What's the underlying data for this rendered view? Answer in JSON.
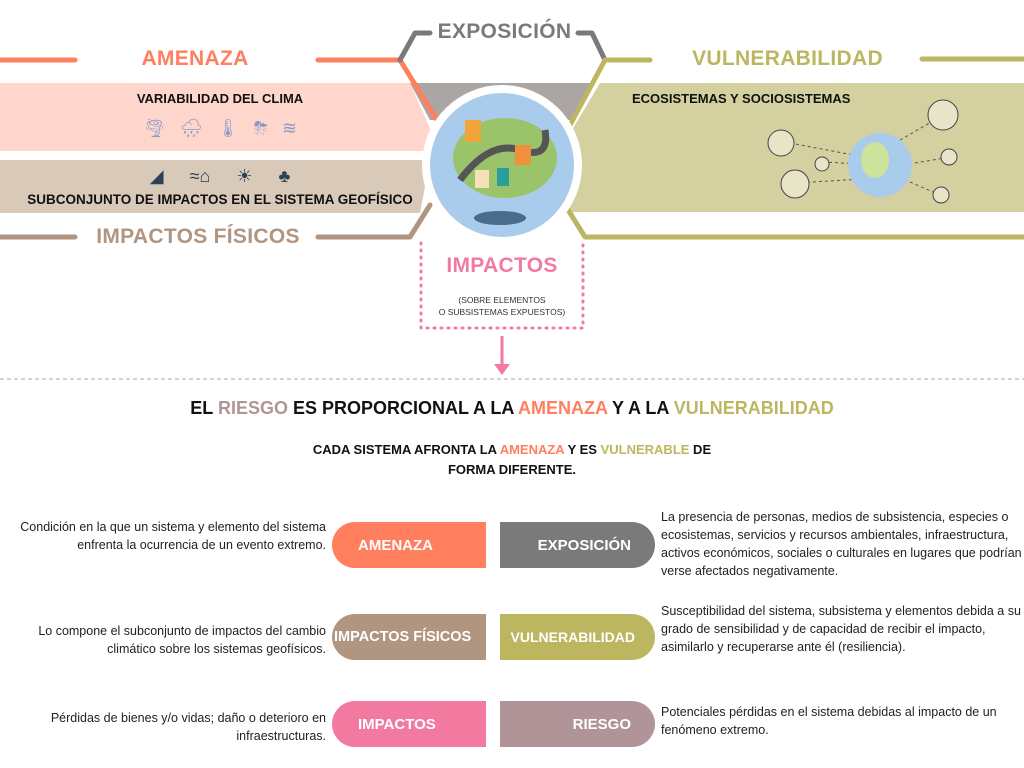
{
  "top": {
    "amenaza": "AMENAZA",
    "exposicion": "EXPOSICIÓN",
    "vulnerabilidad": "VULNERABILIDAD",
    "impactos_fisicos": "IMPACTOS FÍSICOS",
    "variabilidad": "VARIABILIDAD DEL CLIMA",
    "subconjunto": "SUBCONJUNTO DE IMPACTOS EN EL SISTEMA GEOFÍSICO",
    "ecosistemas": "ECOSISTEMAS Y SOCIOSISTEMAS",
    "impactos": "IMPACTOS",
    "impactos_sub1": "(SOBRE ELEMENTOS",
    "impactos_sub2": "O SUBSISTEMAS EXPUESTOS)",
    "climate_icons": [
      "tornado-icon",
      "rain-cloud-icon",
      "thermometer-icon",
      "storm-cloud-icon",
      "wind-icon"
    ],
    "geo_icons": [
      "landslide-icon",
      "flood-icon",
      "drought-icon",
      "fire-tree-icon"
    ]
  },
  "statement": {
    "p1": "EL ",
    "riesgo": "RIESGO",
    "p2": " ES PROPORCIONAL A LA ",
    "amenaza": "AMENAZA",
    "p3": " Y A LA ",
    "vulnerabilidad": "VULNERABILIDAD",
    "s1": "CADA SISTEMA AFRONTA LA ",
    "s_amenaza": "AMENAZA",
    "s2": " Y ES ",
    "s_vulnerable": "VULNERABLE",
    "s3": " DE",
    "s4": "FORMA DIFERENTE."
  },
  "rows": [
    {
      "left_label": "AMENAZA",
      "left_desc": "Condición en la que un sistema y elemento del sistema enfrenta la ocurrencia de un evento extremo.",
      "right_label": "EXPOSICIÓN",
      "right_desc": "La presencia de personas, medios de subsistencia, especies o ecosistemas, servicios y recursos ambientales, infraestructura, activos económicos, sociales o culturales en lugares que podrían verse afectados negativamente."
    },
    {
      "left_label": "IMPACTOS FÍSICOS",
      "left_desc": "Lo compone el subconjunto de impactos del cambio climático sobre los sistemas geofísicos.",
      "right_label": "VULNERABILIDAD",
      "right_desc": "Susceptibilidad del sistema, subsistema y elementos debida a su grado de sensibilidad y de capacidad de recibir el impacto, asimilarlo y recuperarse ante él (resiliencia)."
    },
    {
      "left_label": "IMPACTOS",
      "left_desc": "Pérdidas de bienes y/o vidas; daño o deterioro en infraestructuras.",
      "right_label": "RIESGO",
      "right_desc": "Potenciales pérdidas en el sistema debidas al impacto de un fenómeno extremo."
    }
  ],
  "colors": {
    "amenaza": "#ff7f5e",
    "exposicion": "#7a7a7a",
    "vulnerabilidad": "#bdb660",
    "fisicos": "#b09580",
    "impactos": "#f27aa0",
    "riesgo": "#b09498"
  }
}
